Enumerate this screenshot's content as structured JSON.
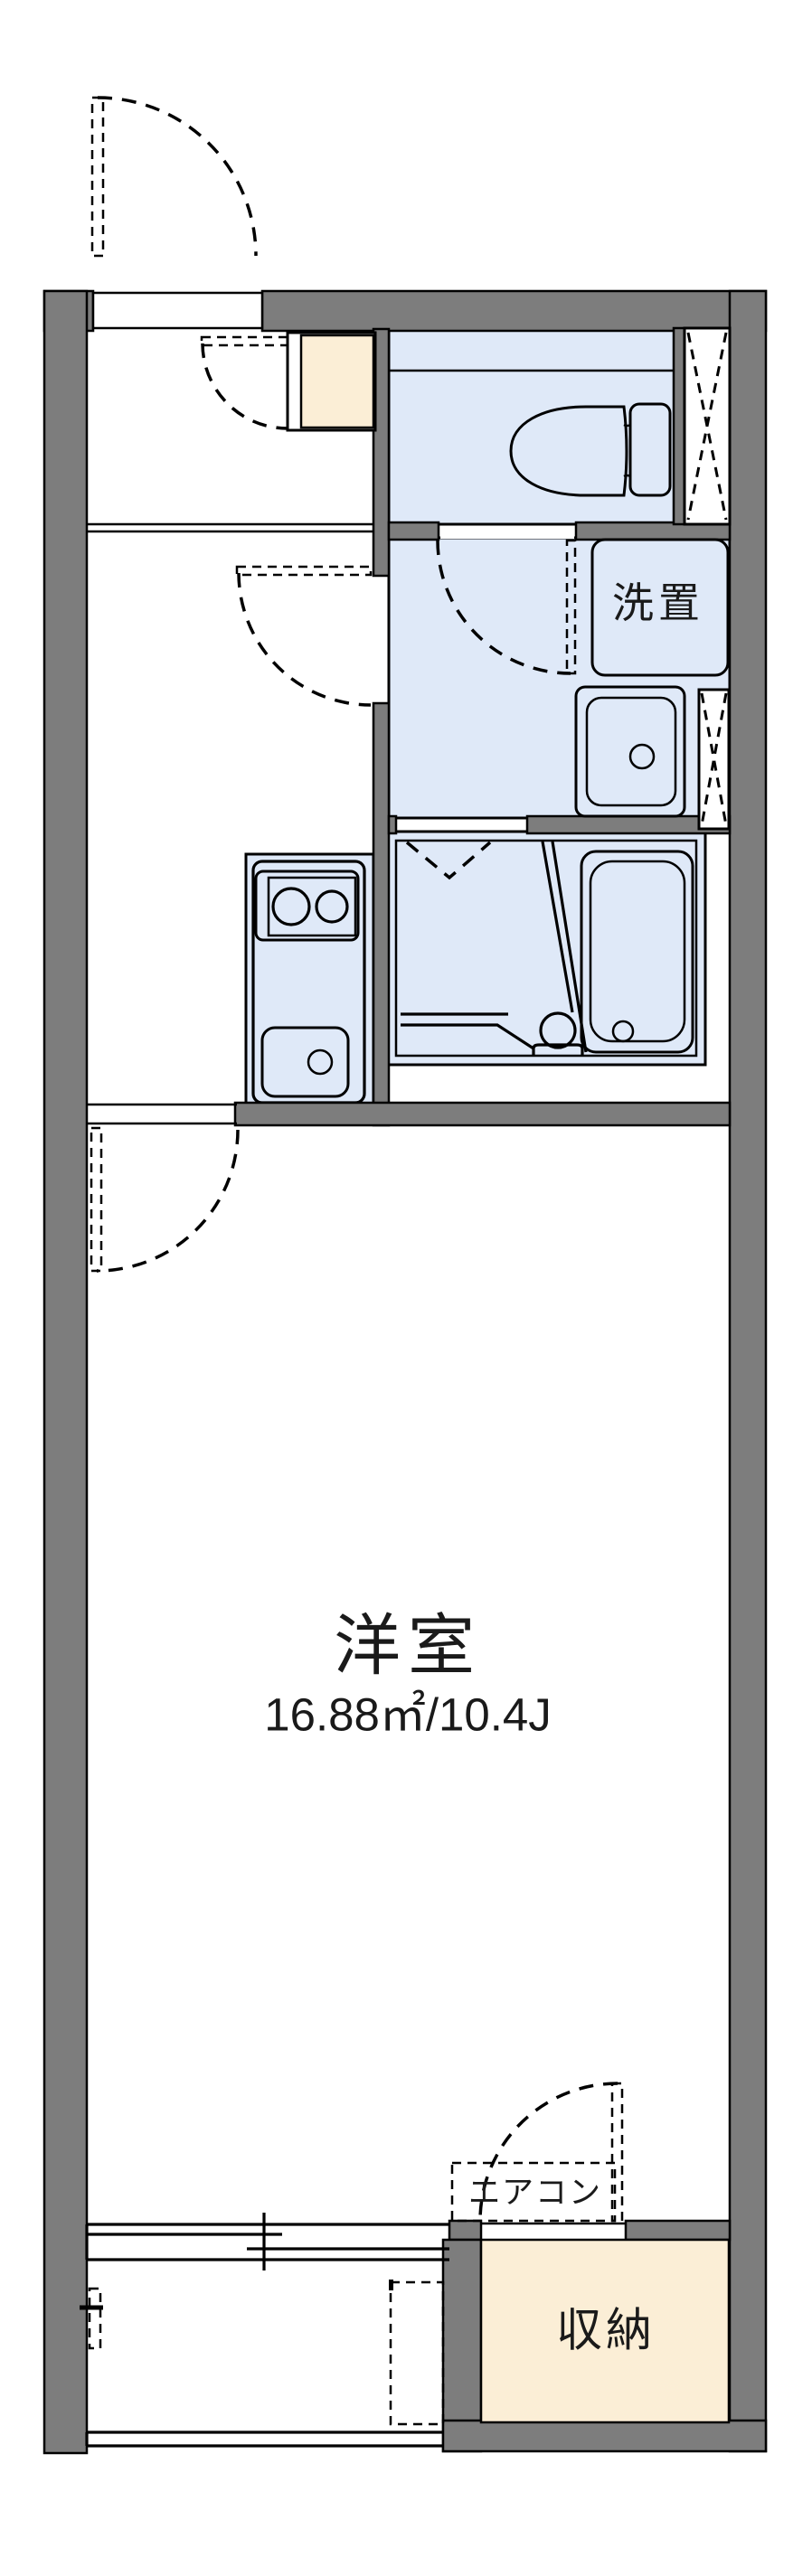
{
  "title": "apartment-floorplan",
  "colors": {
    "wall": "#7d7d7d",
    "wet": "#dfe9f8",
    "accent": "#fbeed6",
    "line": "#000000",
    "bg": "#ffffff",
    "ink": "#1a1a1a"
  },
  "rooms": {
    "washer_space": {
      "label": "洗置"
    },
    "main_room": {
      "label": "洋室",
      "area": "16.88㎡/10.4J"
    },
    "aircon": {
      "label": "エアコン"
    },
    "closet": {
      "label": "収納"
    }
  }
}
